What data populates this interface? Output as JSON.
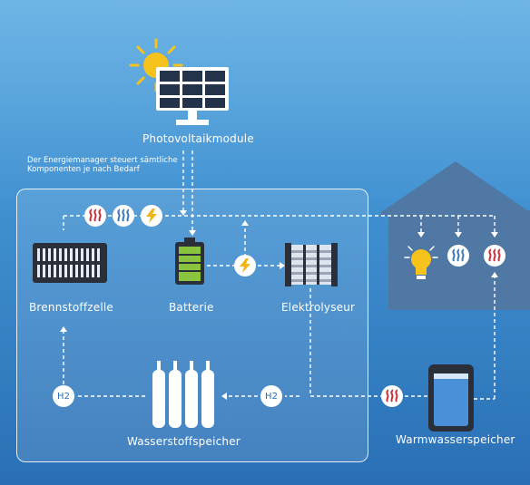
{
  "labels": {
    "pv": "Photovoltaikmodule",
    "energy_manager": "Der Energiemanager steuert sämtliche Komponenten je nach Bedarf",
    "fuel_cell": "Brennstoffzelle",
    "battery": "Batterie",
    "electrolyzer": "Elektrolyseur",
    "hydrogen_storage": "Wasserstoffspeicher",
    "warm_water_storage": "Warmwasserspeicher",
    "h2_left": "H2",
    "h2_mid": "H2"
  },
  "colors": {
    "heat": "#c6303a",
    "water": "#3c78b8",
    "power": "#f2b518",
    "battery_fill": "#8ac43f"
  },
  "icons": [
    "sun-icon",
    "solar-panel-icon",
    "fuel-cell-icon",
    "battery-icon",
    "electrolyzer-icon",
    "hydrogen-tanks-icon",
    "water-tank-icon",
    "house-icon",
    "bulb-icon",
    "heat-icon",
    "water-icon",
    "bolt-icon"
  ]
}
